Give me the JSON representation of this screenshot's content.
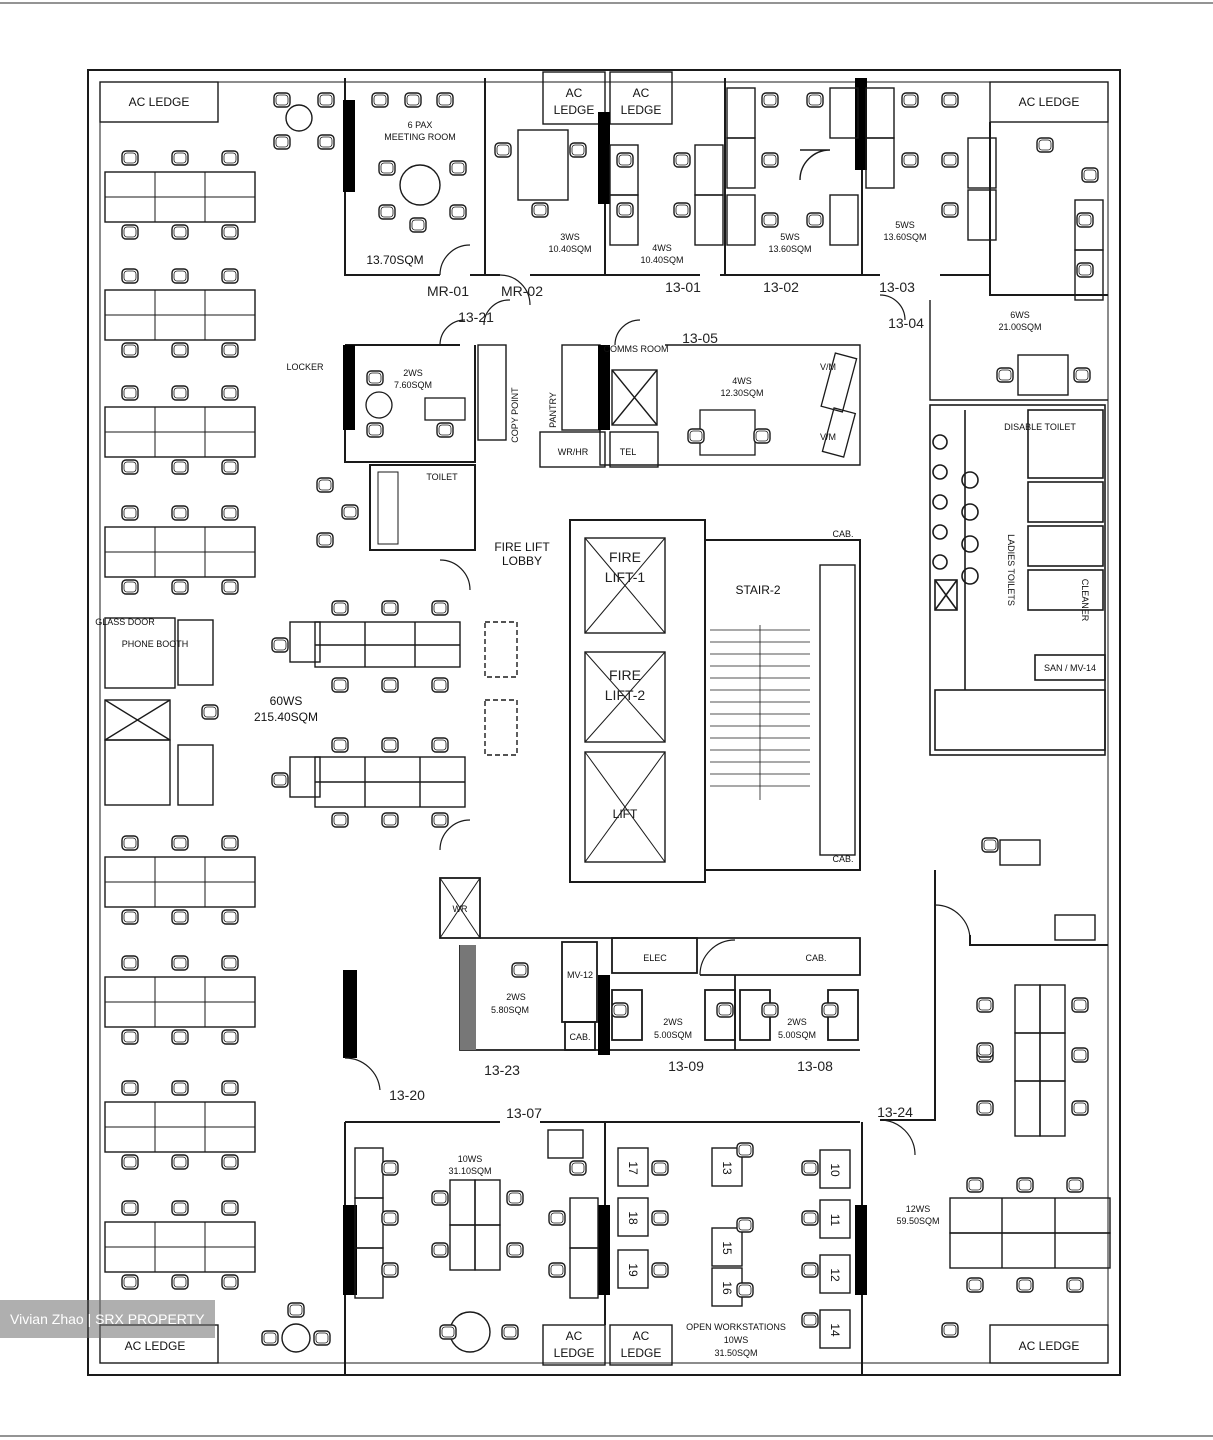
{
  "rooms": {
    "mr01": {
      "area": "13.70SQM",
      "desc": "6 PAX",
      "desc2": "MEETING ROOM",
      "code": "MR-01"
    },
    "mr02": {
      "ws": "3WS",
      "area": "10.40SQM",
      "code": "MR-02"
    },
    "r1301": {
      "ws": "4WS",
      "area": "10.40SQM",
      "code": "13-01"
    },
    "r1302": {
      "ws": "5WS",
      "area": "13.60SQM",
      "code": "13-02"
    },
    "r1303": {
      "ws": "5WS",
      "area": "13.60SQM",
      "code": "13-03"
    },
    "r1304": {
      "ws": "6WS",
      "area": "21.00SQM",
      "code": "13-04"
    },
    "r1305": {
      "ws": "4WS",
      "area": "12.30SQM",
      "code": "13-05"
    },
    "r1321": {
      "ws": "2WS",
      "area": "7.60SQM",
      "code": "13-21"
    },
    "open60": {
      "ws": "60WS",
      "area": "215.40SQM"
    },
    "r1323": {
      "ws": "2WS",
      "area": "5.80SQM",
      "code": "13-23"
    },
    "r1309": {
      "ws": "2WS",
      "area": "5.00SQM",
      "code": "13-09"
    },
    "r1308": {
      "ws": "2WS",
      "area": "5.00SQM",
      "code": "13-08"
    },
    "r1307": {
      "ws": "10WS",
      "area": "31.10SQM",
      "code": "13-07"
    },
    "open10": {
      "desc": "OPEN WORKSTATIONS",
      "ws": "10WS",
      "area": "31.50SQM"
    },
    "r1324": {
      "ws": "12WS",
      "area": "59.50SQM",
      "code": "13-24"
    },
    "r1320": {
      "code": "13-20"
    }
  },
  "labels": {
    "ac_ledge": "AC LEDGE",
    "ac": "AC",
    "ledge": "LEDGE",
    "locker": "LOCKER",
    "copy_point": "COPY POINT",
    "pantry": "PANTRY",
    "comms_room": "COMMS ROOM",
    "vm": "V/M",
    "wr": "WR/HR",
    "tel": "TEL",
    "toilet": "TOILET",
    "fire_lift_lobby_1": "FIRE LIFT",
    "fire_lift_lobby_2": "LOBBY",
    "fire": "FIRE",
    "lift1": "LIFT-1",
    "lift2": "LIFT-2",
    "lift_lobby": "LIFT",
    "stair2": "STAIR-2",
    "cab": "CAB.",
    "glass_door": "GLASS DOOR",
    "phone_booth": "PHONE BOOTH",
    "ladies_toilets": "LADIES TOILETS",
    "disable_toilet": "DISABLE TOILET",
    "cleaner": "CLEANER",
    "san_mv": "SAN / MV-14",
    "mv": "MV-12",
    "elec": "ELEC",
    "wr2": "WR",
    "seat_numbers": [
      "10",
      "11",
      "12",
      "13",
      "14",
      "15",
      "16",
      "17",
      "18",
      "19"
    ]
  },
  "watermark": "Vivian Zhao | SRX PROPERTY",
  "colors": {
    "line": "#1a1a1a",
    "wall": "#000000",
    "hatch": "#444444"
  }
}
